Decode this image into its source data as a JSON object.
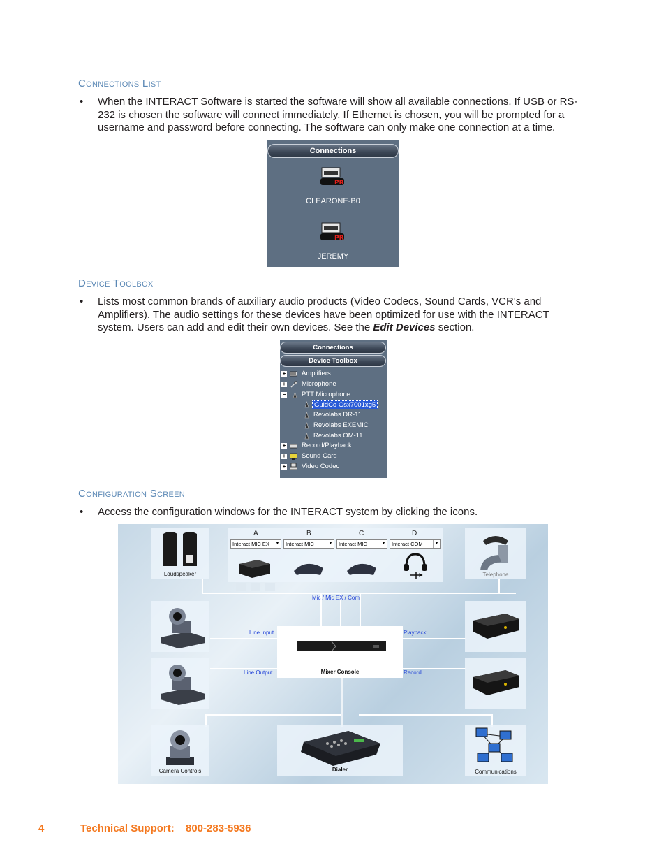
{
  "sections": {
    "connections": {
      "heading": "Connections List",
      "text": "When the INTERACT Software is started the software will show all available connections. If USB or RS-232 is chosen the software will connect immediately. If Ethernet is chosen, you will be prompted for a username and password before connecting. The software can only make one connection at a time.",
      "line1": "When the INTERACT Software is started the software will show all available connections. If USB or RS-",
      "line2": "232 is chosen the software will connect immediately. If Ethernet is chosen, you will be prompted for a",
      "line3": "username and password before connecting. The software can only make one connection at a time."
    },
    "toolbox": {
      "heading": "Device Toolbox",
      "line1": "Lists most common brands of auxiliary audio products (Video Codecs, Sound Cards, VCR's and",
      "line2": "Amplifiers). The audio settings for these devices have been optimized for use with the INTERACT",
      "line3_a": "system. Users can add and edit their own devices. See the ",
      "line3_b": "Edit Devices",
      "line3_c": " section."
    },
    "config": {
      "heading": "Configuration Screen",
      "line1": "Access the configuration windows for the INTERACT system by clicking the icons."
    }
  },
  "bullet": "•",
  "connections_panel": {
    "title": "Connections",
    "badge": "PRO",
    "devices": [
      "CLEARONE-B0",
      "JEREMY"
    ]
  },
  "toolbox_panel": {
    "tab_connections": "Connections",
    "tab_toolbox": "Device Toolbox",
    "items": [
      {
        "label": "Amplifiers",
        "expander": "+"
      },
      {
        "label": "Microphone",
        "expander": "+"
      },
      {
        "label": "PTT Microphone",
        "expander": "−"
      },
      {
        "label": "GuidCo Gsx7001xg5",
        "child": true,
        "selected": true
      },
      {
        "label": "Revolabs DR-11",
        "child": true
      },
      {
        "label": "Revolabs EXEMIC",
        "child": true
      },
      {
        "label": "Revolabs OM-11",
        "child": true
      },
      {
        "label": "Record/Playback",
        "expander": "+"
      },
      {
        "label": "Sound Card",
        "expander": "+"
      },
      {
        "label": "Video Codec",
        "expander": "+"
      }
    ]
  },
  "config_screen": {
    "columns": [
      {
        "letter": "A",
        "selection": "Interact MIC EX"
      },
      {
        "letter": "B",
        "selection": "Interact MIC"
      },
      {
        "letter": "C",
        "selection": "Interact MIC"
      },
      {
        "letter": "D",
        "selection": "Interact COM"
      }
    ],
    "labels": {
      "loudspeaker": "Loudspeaker",
      "telephone": "Telephone",
      "mic_bus": "Mic / Mic EX / Com",
      "line_input": "Line Input",
      "playback": "Playback",
      "line_output": "Line Output",
      "record": "Record",
      "mixer": "Mixer Console",
      "camera_controls": "Camera Controls",
      "dialer": "Dialer",
      "communications": "Communications"
    }
  },
  "footer": {
    "page_number": "4",
    "support_label": "Technical Support:",
    "support_phone": "800-283-5936"
  }
}
